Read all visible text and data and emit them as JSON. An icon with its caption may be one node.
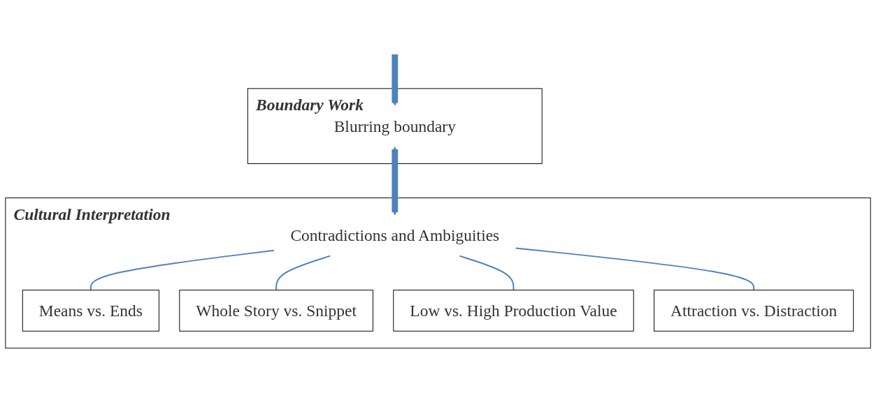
{
  "diagram": {
    "nodes": [
      {
        "text": [
          "Boundary Work"
        ]
      },
      {
        "text": [
          "Blurring boundary"
        ],
        "in": 0
      },
      {
        "text": [
          "Cultural Interpretation"
        ]
      },
      {
        "text": [
          "Contradictions and Ambiguities"
        ],
        "in": 2
      },
      {
        "text": [
          "Means vs. Ends"
        ],
        "in": 2
      },
      {
        "text": [
          "Whole Story vs. Snippet"
        ],
        "in": 2
      },
      {
        "text": [
          "Low vs. High Production Value"
        ],
        "in": 2
      },
      {
        "text": [
          "Attraction vs. Distraction"
        ],
        "in": 2
      }
    ],
    "edges": [
      {
        "from": null,
        "to": 1,
        "arrow": "to",
        "style": "thick"
      },
      {
        "from": 1,
        "to": 3,
        "arrow": "both",
        "style": "thick"
      },
      {
        "from": 3,
        "to": 4,
        "arrow": "none"
      },
      {
        "from": 3,
        "to": 5,
        "arrow": "none"
      },
      {
        "from": 3,
        "to": 6,
        "arrow": "none"
      },
      {
        "from": 3,
        "to": 7,
        "arrow": "none"
      }
    ]
  }
}
